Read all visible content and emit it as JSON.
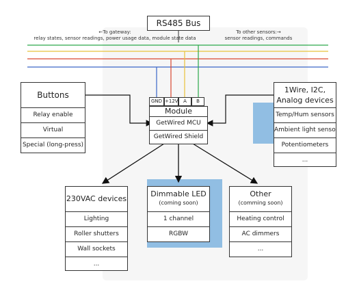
{
  "bus": {
    "title": "RS485 Bus",
    "left_note": "←To gateway:\nrelay states, sensor readings, power usage data, module state data",
    "right_note": "To other sensors:→\nsensor readings, commands"
  },
  "wire_colors": [
    "#2aa84a",
    "#e8c23a",
    "#d9462f",
    "#3a66c8"
  ],
  "pins": [
    "GND",
    "+12V",
    "A",
    "B"
  ],
  "module": {
    "title": "Module",
    "rows": [
      "GetWired MCU",
      "GetWired Shield"
    ]
  },
  "buttons": {
    "title": "Buttons",
    "rows": [
      "Relay enable",
      "Virtual",
      "Special (long-press)"
    ]
  },
  "sensors": {
    "title": "1Wire, I2C,\nAnalog devices",
    "rows": [
      "Temp/Hum sensors",
      "Ambient light sensors",
      "Potentiometers",
      "..."
    ]
  },
  "ac_devices": {
    "title": "230VAC devices",
    "rows": [
      "Lighting",
      "Roller shutters",
      "Wall sockets",
      "..."
    ]
  },
  "led": {
    "title": "Dimmable LED",
    "subtitle": "(coming soon)",
    "rows": [
      "1 channel",
      "RGBW"
    ]
  },
  "other": {
    "title": "Other",
    "subtitle": "(comming soon)",
    "rows": [
      "Heating control",
      "AC dimmers",
      "..."
    ]
  }
}
